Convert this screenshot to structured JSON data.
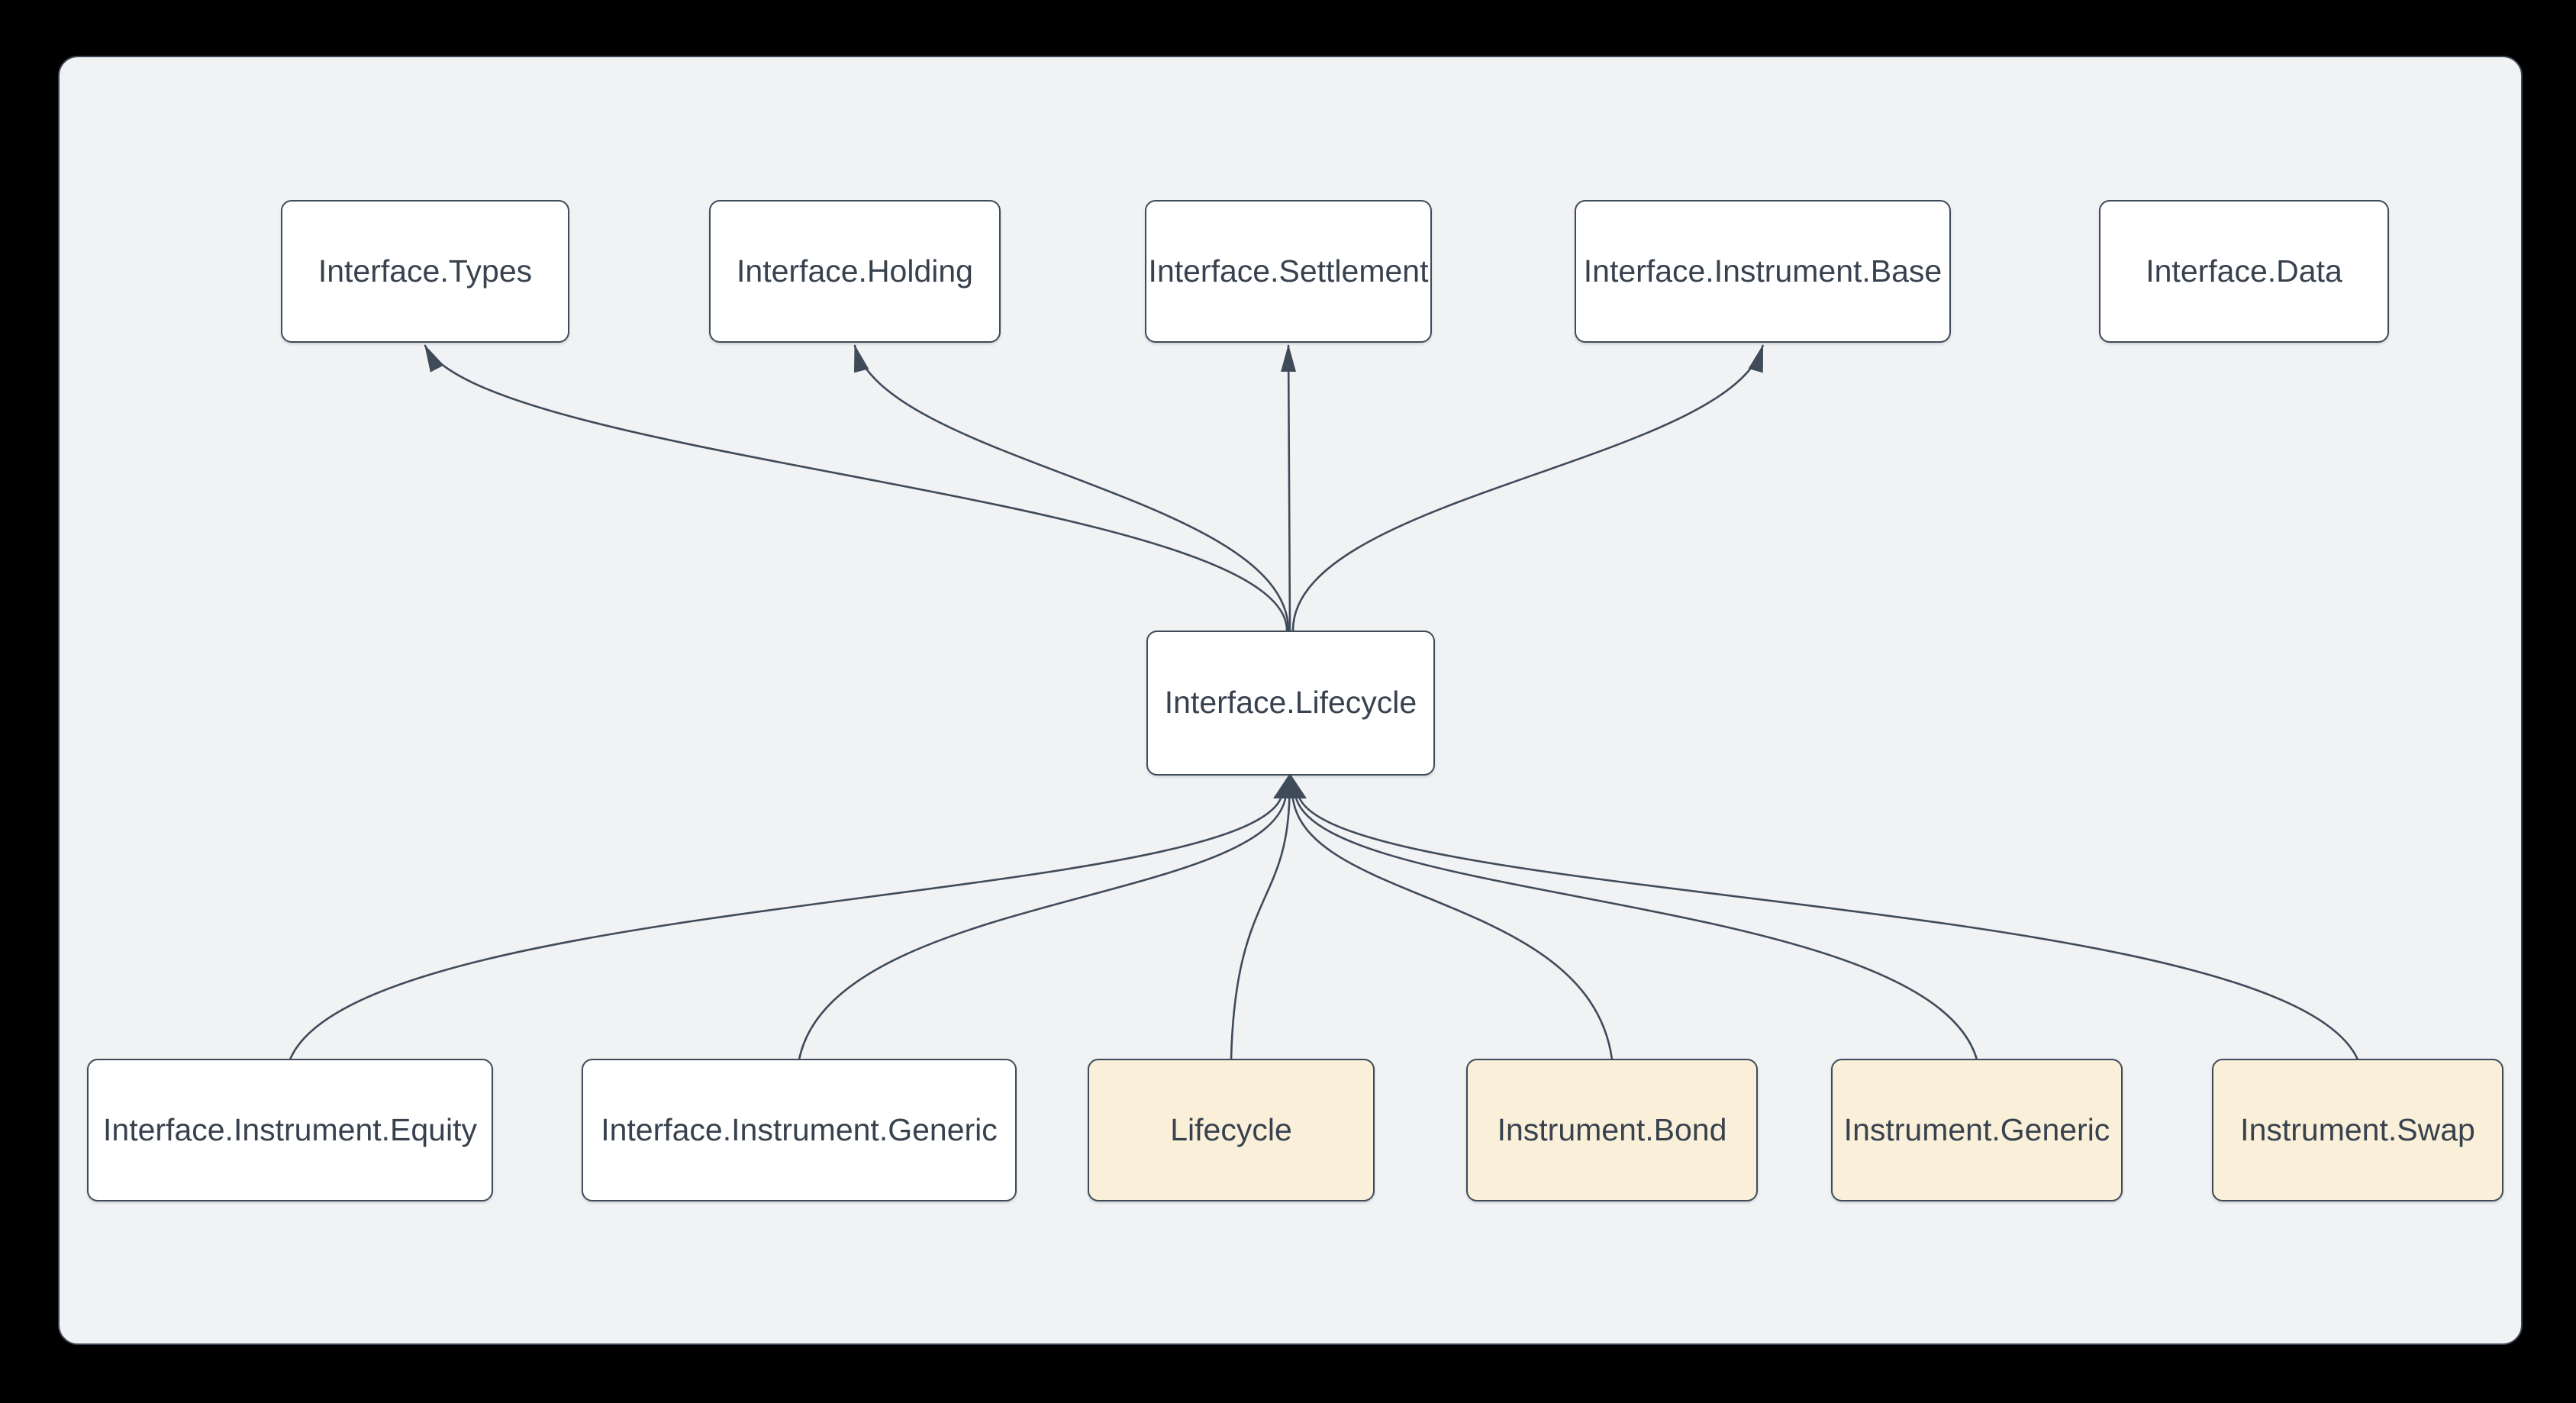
{
  "scene": {
    "colors": {
      "outer_background": "#000000",
      "canvas_background": "#f0f2f4",
      "canvas_border": "#3c4553",
      "edge_line": "#404b5a",
      "node_border": "#404b5a",
      "node_text": "#38424f",
      "node_fill_default": "#ffffff",
      "node_fill_highlight": "#faf0d9"
    }
  },
  "diagram": {
    "nodes": [
      {
        "id": "interface_types",
        "label": "Interface.Types",
        "variant": "default"
      },
      {
        "id": "interface_holding",
        "label": "Interface.Holding",
        "variant": "default"
      },
      {
        "id": "interface_settlement",
        "label": "Interface.Settlement",
        "variant": "default"
      },
      {
        "id": "interface_instrument_base",
        "label": "Interface.Instrument.Base",
        "variant": "default"
      },
      {
        "id": "interface_data",
        "label": "Interface.Data",
        "variant": "default"
      },
      {
        "id": "interface_lifecycle",
        "label": "Interface.Lifecycle",
        "variant": "default"
      },
      {
        "id": "interface_instrument_equity",
        "label": "Interface.Instrument.Equity",
        "variant": "default"
      },
      {
        "id": "interface_instrument_generic",
        "label": "Interface.Instrument.Generic",
        "variant": "default"
      },
      {
        "id": "lifecycle",
        "label": "Lifecycle",
        "variant": "highlight"
      },
      {
        "id": "instrument_bond",
        "label": "Instrument.Bond",
        "variant": "highlight"
      },
      {
        "id": "instrument_generic",
        "label": "Instrument.Generic",
        "variant": "highlight"
      },
      {
        "id": "instrument_swap",
        "label": "Instrument.Swap",
        "variant": "highlight"
      }
    ],
    "edges": [
      {
        "from": "interface_lifecycle",
        "to": "interface_types",
        "arrowhead": "individual"
      },
      {
        "from": "interface_lifecycle",
        "to": "interface_holding",
        "arrowhead": "individual"
      },
      {
        "from": "interface_lifecycle",
        "to": "interface_settlement",
        "arrowhead": "individual"
      },
      {
        "from": "interface_lifecycle",
        "to": "interface_instrument_base",
        "arrowhead": "individual"
      },
      {
        "from": "interface_instrument_equity",
        "to": "interface_lifecycle",
        "arrowhead": "merged"
      },
      {
        "from": "interface_instrument_generic",
        "to": "interface_lifecycle",
        "arrowhead": "merged"
      },
      {
        "from": "lifecycle",
        "to": "interface_lifecycle",
        "arrowhead": "merged"
      },
      {
        "from": "instrument_bond",
        "to": "interface_lifecycle",
        "arrowhead": "merged"
      },
      {
        "from": "instrument_generic",
        "to": "interface_lifecycle",
        "arrowhead": "merged"
      },
      {
        "from": "instrument_swap",
        "to": "interface_lifecycle",
        "arrowhead": "merged"
      }
    ]
  }
}
